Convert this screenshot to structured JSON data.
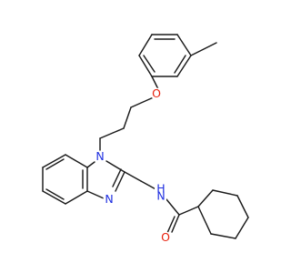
{
  "atoms": {
    "ether_oxygen": "O",
    "benzimidazole_n1": "N",
    "benzimidazole_n3": "N",
    "amide_nitrogen": "N",
    "amide_hydrogen": "H",
    "carbonyl_oxygen": "O"
  },
  "colors": {
    "oxygen": "#e8220f",
    "nitrogen": "#1f2fe0",
    "bond": "#1a1a1a",
    "background": "#ffffff"
  }
}
